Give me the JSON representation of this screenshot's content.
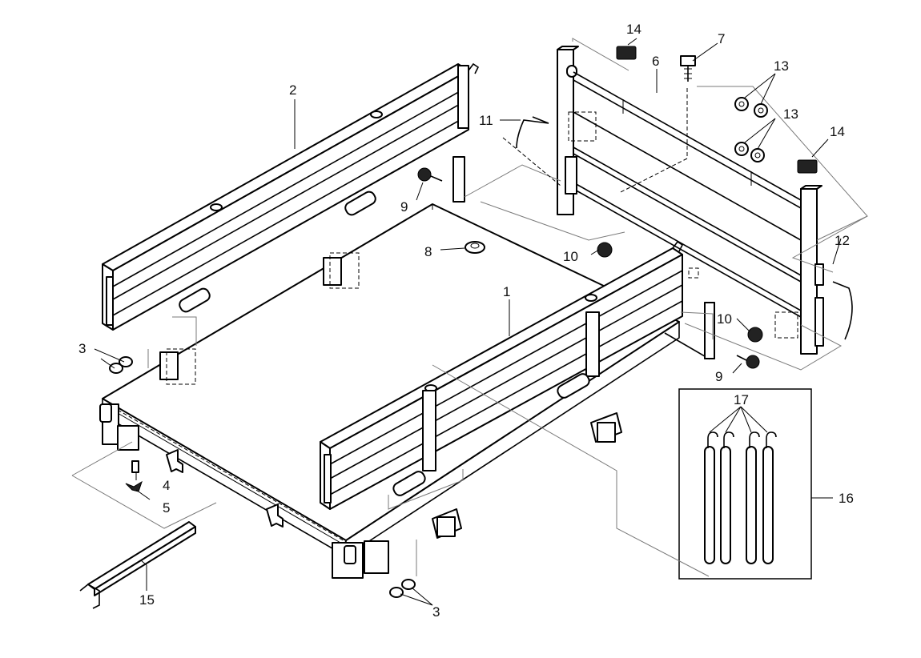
{
  "callouts": {
    "c1": "1",
    "c2": "2",
    "c3a": "3",
    "c3b": "3",
    "c4": "4",
    "c5": "5",
    "c6": "6",
    "c7": "7",
    "c8": "8",
    "c9a": "9",
    "c9b": "9",
    "c10a": "10",
    "c10b": "10",
    "c11": "11",
    "c12": "12",
    "c13a": "13",
    "c13b": "13",
    "c14a": "14",
    "c14b": "14",
    "c15": "15",
    "c16": "16",
    "c17": "17"
  }
}
